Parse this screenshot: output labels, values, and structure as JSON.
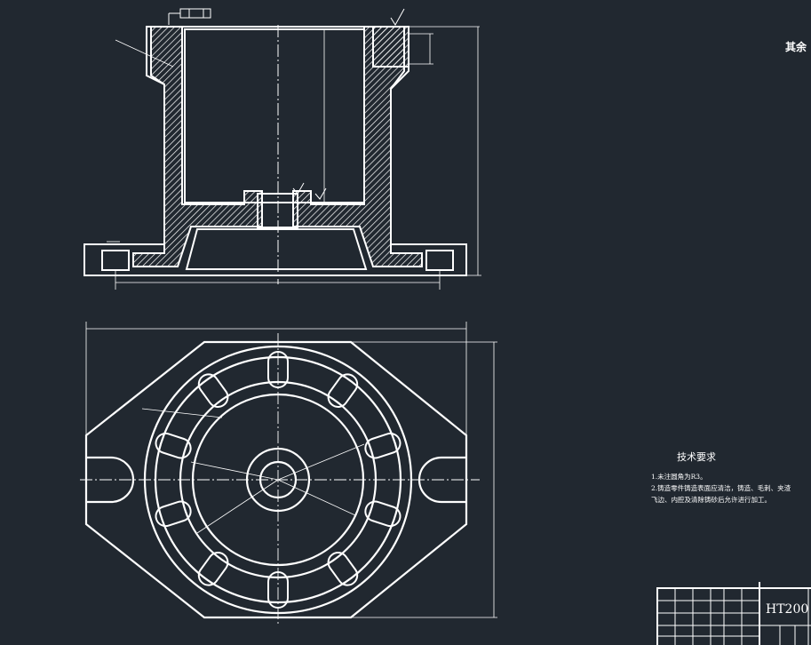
{
  "drawing": {
    "roughness_note": "其余",
    "material": "HT200",
    "technical_requirements": {
      "title": "技术要求",
      "items": [
        "1.未注圆角为R3。",
        "2.铸造零件铸造表面应清洁，铸造、毛刺、夹渣",
        "飞边、内腔及清除铸砂后允许进行加工。"
      ]
    }
  },
  "colors": {
    "background": "#212830",
    "line": "#ffffff"
  }
}
